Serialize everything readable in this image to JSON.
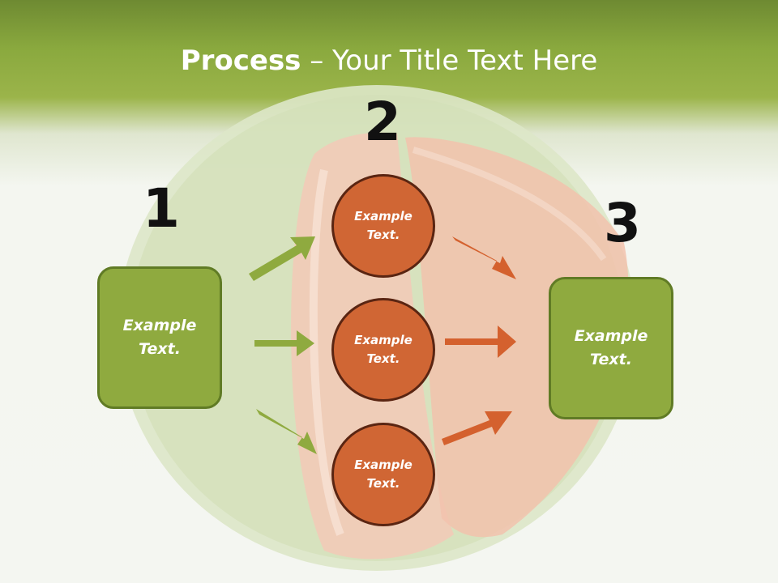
{
  "title": {
    "bold": "Process",
    "rest": " – Your Title Text Here"
  },
  "steps": [
    {
      "number": "1",
      "text": "Example Text."
    },
    {
      "number": "2",
      "text": "Example Text."
    },
    {
      "number": "3",
      "text": "Example Text."
    }
  ],
  "circles": [
    {
      "text": "Example Text."
    },
    {
      "text": "Example Text."
    },
    {
      "text": "Example Text."
    }
  ],
  "colors": {
    "green": "#8faa3f",
    "green_border": "#607b25",
    "orange": "#d06634",
    "orange_border": "#5a2512",
    "arrow_green": "#8faa3f",
    "arrow_orange": "#d4612e"
  }
}
